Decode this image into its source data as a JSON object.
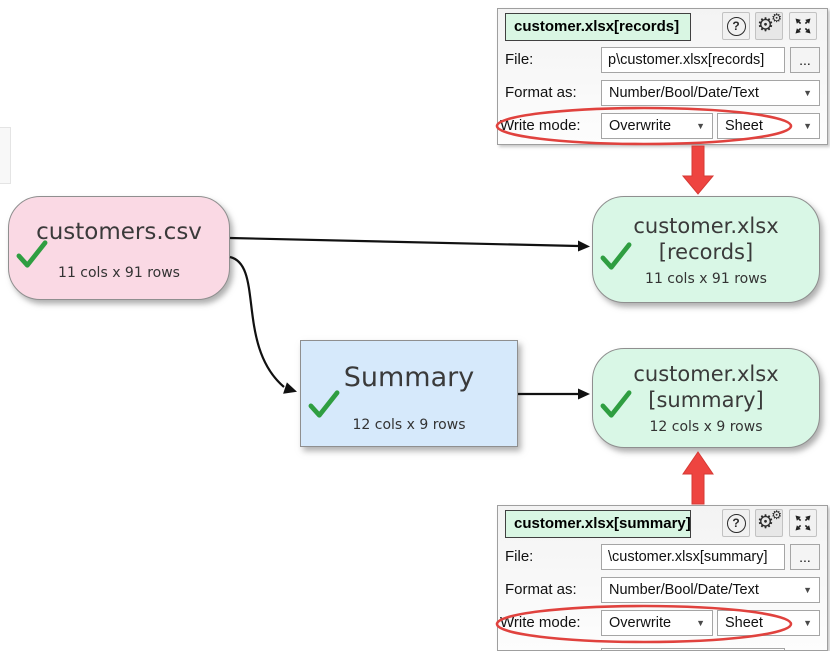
{
  "canvas": {
    "nodes": {
      "source": {
        "title": "customers.csv",
        "stats": "11 cols x 91 rows"
      },
      "records_output": {
        "line1": "customer.xlsx",
        "line2": "[records]",
        "stats": "11 cols x 91 rows"
      },
      "summary_transform": {
        "title": "Summary",
        "stats": "12 cols x 9 rows"
      },
      "summary_output": {
        "line1": "customer.xlsx",
        "line2": "[summary]",
        "stats": "12 cols x 9 rows"
      }
    }
  },
  "panels": {
    "records": {
      "title": "customer.xlsx[records]",
      "file_label": "File:",
      "file_value": "p\\customer.xlsx[records]",
      "format_label": "Format as:",
      "format_value": "Number/Bool/Date/Text",
      "write_mode_label": "Write mode:",
      "write_mode_value": "Overwrite",
      "sheet_mode_value": "Sheet"
    },
    "summary": {
      "title": "customer.xlsx[summary]",
      "file_label": "File:",
      "file_value": "\\customer.xlsx[summary]",
      "format_label": "Format as:",
      "format_value": "Number/Bool/Date/Text",
      "write_mode_label": "Write mode:",
      "write_mode_value": "Overwrite",
      "sheet_mode_value": "Sheet"
    }
  },
  "icons": {
    "help_glyph": "?",
    "gear_glyph": "⚙",
    "browse_label": "...",
    "dropdown_glyph": "▼"
  },
  "colors": {
    "node_pink": "#fad9e4",
    "node_green": "#d9f7e6",
    "node_blue": "#d6e9fb",
    "panel_title_bg": "#d9f6e3",
    "check_green": "#2f9e41",
    "annotation_red": "#ee4440",
    "connector_black": "#111111"
  }
}
